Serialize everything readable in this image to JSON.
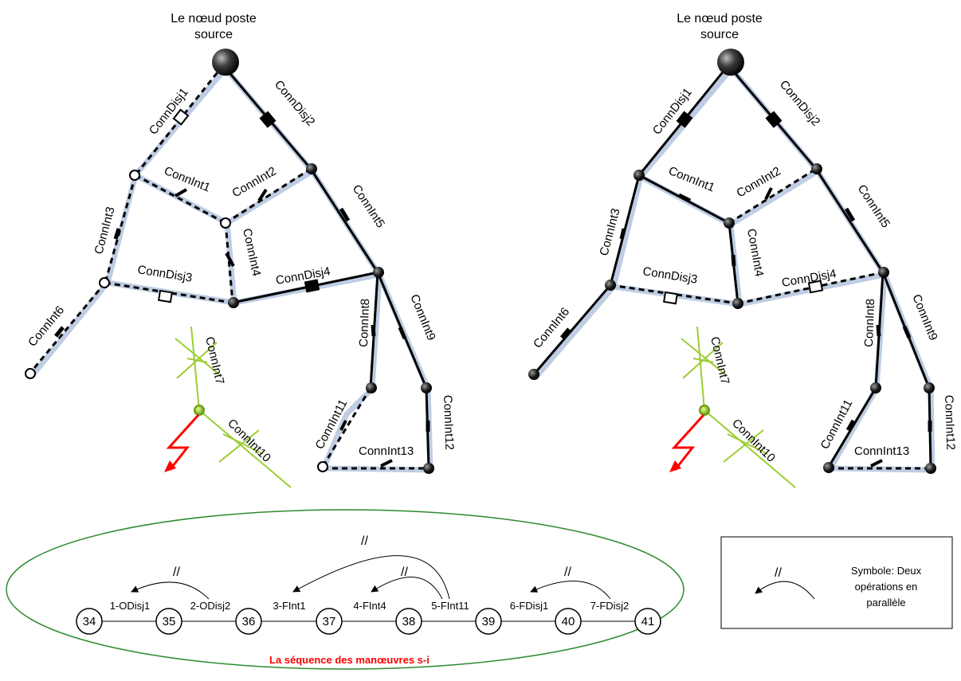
{
  "diagrams": [
    {
      "title_line1": "Le nœud poste",
      "title_line2": "source",
      "labels": {
        "ConnDisj1": "ConnDisj1",
        "ConnDisj2": "ConnDisj2",
        "ConnDisj3": "ConnDisj3",
        "ConnDisj4": "ConnDisj4",
        "ConnInt1": "ConnInt1",
        "ConnInt2": "ConnInt2",
        "ConnInt3": "ConnInt3",
        "ConnInt4": "ConnInt4",
        "ConnInt5": "ConnInt5",
        "ConnInt6": "ConnInt6",
        "ConnInt7": "ConnInt7",
        "ConnInt8": "ConnInt8",
        "ConnInt9": "ConnInt9",
        "ConnInt10": "ConnInt10",
        "ConnInt11": "ConnInt11",
        "ConnInt12": "ConnInt12",
        "ConnInt13": "ConnInt13"
      }
    },
    {
      "title_line1": "Le nœud poste",
      "title_line2": "source",
      "labels": {
        "ConnDisj1": "ConnDisj1",
        "ConnDisj2": "ConnDisj2",
        "ConnDisj3": "ConnDisj3",
        "ConnDisj4": "ConnDisj4",
        "ConnInt1": "ConnInt1",
        "ConnInt2": "ConnInt2",
        "ConnInt3": "ConnInt3",
        "ConnInt4": "ConnInt4",
        "ConnInt5": "ConnInt5",
        "ConnInt6": "ConnInt6",
        "ConnInt7": "ConnInt7",
        "ConnInt8": "ConnInt8",
        "ConnInt9": "ConnInt9",
        "ConnInt10": "ConnInt10",
        "ConnInt11": "ConnInt11",
        "ConnInt12": "ConnInt12",
        "ConnInt13": "ConnInt13"
      }
    }
  ],
  "sequence": {
    "title": "La séquence des manœuvres s-i",
    "nodes": [
      "34",
      "35",
      "36",
      "37",
      "38",
      "39",
      "40",
      "41"
    ],
    "operations": [
      "1-ODisj1",
      "2-ODisj2",
      "3-FInt1",
      "4-FInt4",
      "5-FInt11",
      "6-FDisj1",
      "7-FDisj2"
    ],
    "parallel_mark": "//"
  },
  "legend": {
    "mark": "//",
    "line1": "Symbole: Deux",
    "line2": "opérations en",
    "line3": "parallèle"
  },
  "colors": {
    "fault": "#ff0000",
    "faulted_section": "#9acd32",
    "shadow": "#b8c8e0",
    "ellipse": "#2e8b2e",
    "sequence_title": "#ff0000"
  }
}
